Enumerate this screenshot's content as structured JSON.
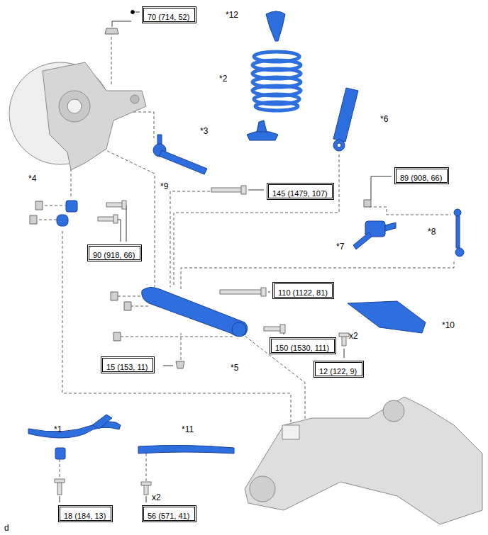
{
  "diagram": {
    "nodes": [
      {
        "text": [
          "70 (714, 52)"
        ]
      },
      {
        "text": [
          "89 (908, 66)"
        ]
      },
      {
        "text": [
          "145 (1479, 107)"
        ]
      },
      {
        "text": [
          "90 (918, 66)"
        ]
      },
      {
        "text": [
          "110 (1122, 81)"
        ]
      },
      {
        "text": [
          "150 (1530, 111)"
        ]
      },
      {
        "text": [
          "15 (153, 11)"
        ]
      },
      {
        "text": [
          "12 (122, 9)"
        ]
      },
      {
        "text": [
          "18 (184, 13)"
        ]
      },
      {
        "text": [
          "56 (571, 41)"
        ]
      }
    ],
    "labels": [
      "*12",
      "*2",
      "*6",
      "*3",
      "*4",
      "*9",
      "*8",
      "*7",
      "*10",
      "x2",
      "*5",
      "*1",
      "*11",
      "x2",
      "d"
    ]
  }
}
